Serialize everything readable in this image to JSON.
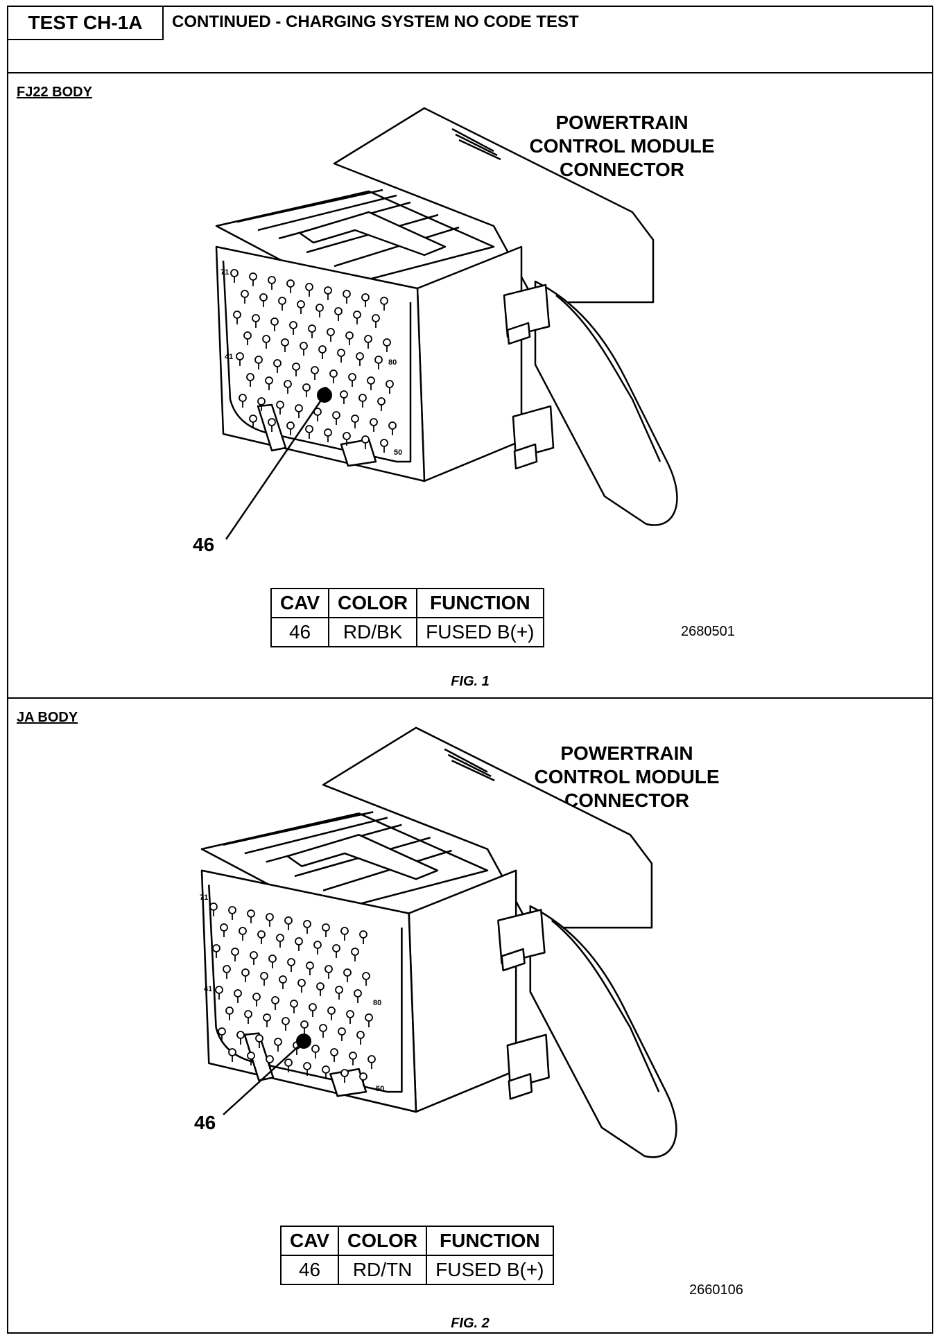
{
  "header": {
    "test_id": "TEST CH-1A",
    "title": "CONTINUED -  CHARGING SYSTEM NO CODE TEST"
  },
  "figures": [
    {
      "body_label": "FJ22 BODY",
      "connector_title": [
        "POWERTRAIN",
        "CONTROL MODULE",
        "CONNECTOR"
      ],
      "callout": "46",
      "pin_labels": [
        "71",
        "41",
        "80",
        "50"
      ],
      "table": {
        "headers": [
          "CAV",
          "COLOR",
          "FUNCTION"
        ],
        "row": [
          "46",
          "RD/BK",
          "FUSED B(+)"
        ]
      },
      "part_number": "2680501",
      "caption": "FIG. 1"
    },
    {
      "body_label": "JA BODY",
      "connector_title": [
        "POWERTRAIN",
        "CONTROL MODULE",
        "CONNECTOR"
      ],
      "callout": "46",
      "pin_labels": [
        "71",
        "41",
        "80",
        "50"
      ],
      "table": {
        "headers": [
          "CAV",
          "COLOR",
          "FUNCTION"
        ],
        "row": [
          "46",
          "RD/TN",
          "FUSED B(+)"
        ]
      },
      "part_number": "2660106",
      "caption": "FIG. 2"
    }
  ]
}
